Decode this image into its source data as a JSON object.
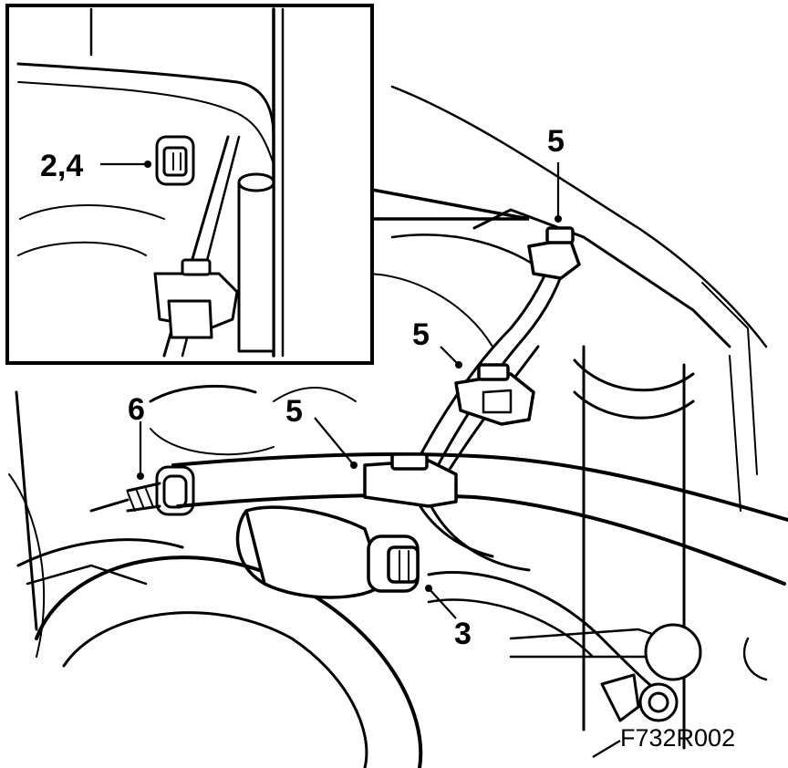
{
  "figure_id": "F732R002",
  "callouts": {
    "bolt_inset": "2,4",
    "bolt_main": "3",
    "clip_top": "5",
    "clip_middle": "5",
    "clip_lower": "5",
    "fitting": "6"
  },
  "colors": {
    "ink": "#000000",
    "paper": "#ffffff"
  }
}
